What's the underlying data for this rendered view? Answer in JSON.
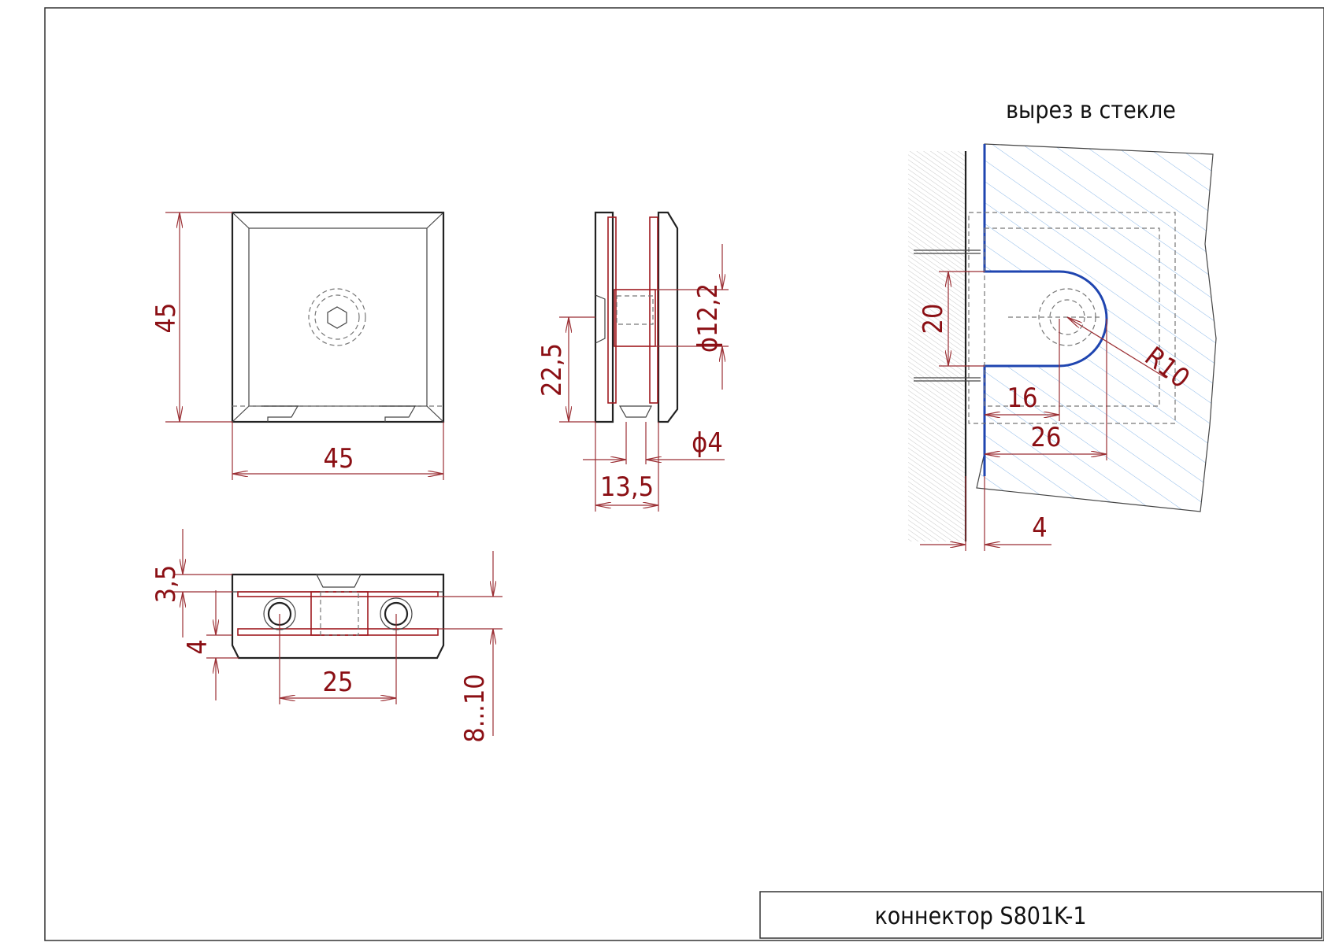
{
  "colors": {
    "dimension": "#8b0f14",
    "outline": "#222222",
    "cutout": "#1f45b0",
    "glass_hatch": "#8bb8e8",
    "wall_hatch": "#bbbbbb"
  },
  "title_block": {
    "name": "коннектор S801K-1"
  },
  "detail": {
    "label": "вырез в стекле"
  },
  "dimensions": {
    "front_height": "45",
    "front_width": "45",
    "side_offset": "22,5",
    "side_diameter": "ϕ12,2",
    "side_hole": "ϕ4",
    "side_thickness": "13,5",
    "top_gap": "3,5",
    "top_inset": "4",
    "top_spacing": "25",
    "top_glass": "8...10",
    "cut_height": "20",
    "cut_depth": "16",
    "cut_total": "26",
    "cut_radius": "R10",
    "cut_gap": "4"
  }
}
